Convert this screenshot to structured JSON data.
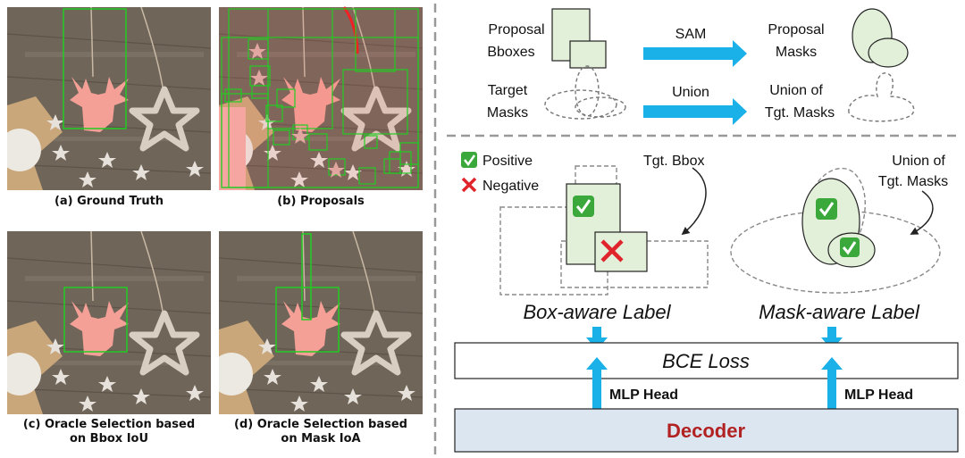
{
  "panels": {
    "a": "(a) Ground Truth",
    "b": "(b) Proposals",
    "c_line1": "(c) Oracle Selection based",
    "c_line2": "on Bbox IoU",
    "d_line1": "(d) Oracle Selection based",
    "d_line2": "on Mask IoA"
  },
  "top_flow": {
    "row1": {
      "left_l1": "Proposal",
      "left_l2": "Bboxes",
      "arrow": "SAM",
      "right_l1": "Proposal",
      "right_l2": "Masks"
    },
    "row2": {
      "left_l1": "Target",
      "left_l2": "Masks",
      "arrow": "Union",
      "right_l1": "Union of",
      "right_l2": "Tgt. Masks"
    }
  },
  "legend": {
    "positive": "Positive",
    "negative": "Negative"
  },
  "annotations": {
    "tgt_bbox": "Tgt. Bbox",
    "union_l1": "Union of",
    "union_l2": "Tgt. Masks"
  },
  "labels": {
    "box_aware": "Box-aware Label",
    "mask_aware": "Mask-aware Label"
  },
  "pipeline": {
    "loss": "BCE Loss",
    "head_left": "MLP Head",
    "head_right": "MLP Head",
    "decoder": "Decoder"
  },
  "colors": {
    "accent_arrow": "#1ab0e8",
    "decoder_fill": "#dce6f1",
    "decoder_text": "#b22222",
    "proposal_fill": "#e2efd9",
    "box_green": "#22cc22",
    "wood": "#6f6559",
    "reindeer": "#f4a096",
    "star": "#d8cfc2",
    "check_green": "#3aa83a",
    "cross_red": "#e0242c"
  }
}
